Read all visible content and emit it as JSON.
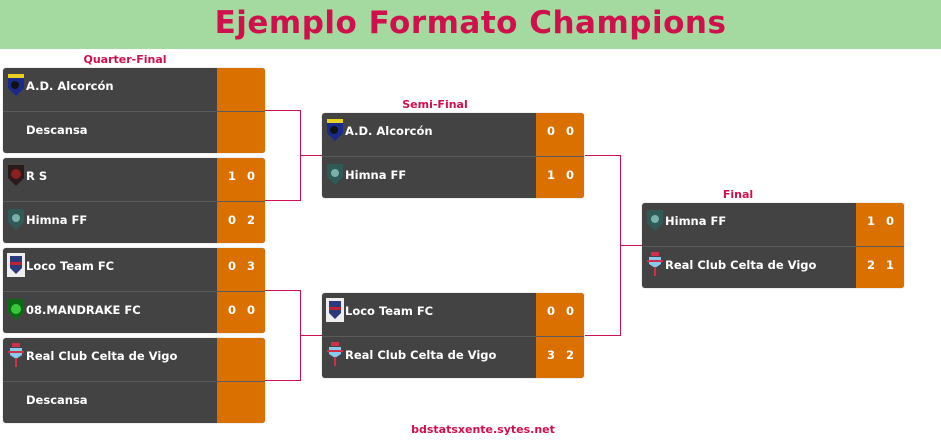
{
  "title": "Ejemplo Formato Champions",
  "rounds": {
    "qf": "Quarter-Final",
    "sf": "Semi-Final",
    "final": "Final"
  },
  "quarter_finals": [
    {
      "home": {
        "name": "A.D. Alcorcón",
        "s1": "",
        "s2": ""
      },
      "away": {
        "name": "Descansa",
        "s1": "",
        "s2": ""
      }
    },
    {
      "home": {
        "name": "R S",
        "s1": "1",
        "s2": "0"
      },
      "away": {
        "name": "Himna FF",
        "s1": "0",
        "s2": "2"
      }
    },
    {
      "home": {
        "name": "Loco Team FC",
        "s1": "0",
        "s2": "3"
      },
      "away": {
        "name": "08.MANDRAKE FC",
        "s1": "0",
        "s2": "0"
      }
    },
    {
      "home": {
        "name": "Real Club Celta de Vigo",
        "s1": "",
        "s2": ""
      },
      "away": {
        "name": "Descansa",
        "s1": "",
        "s2": ""
      }
    }
  ],
  "semi_finals": [
    {
      "home": {
        "name": "A.D. Alcorcón",
        "s1": "0",
        "s2": "0"
      },
      "away": {
        "name": "Himna FF",
        "s1": "1",
        "s2": "0"
      }
    },
    {
      "home": {
        "name": "Loco Team FC",
        "s1": "0",
        "s2": "0"
      },
      "away": {
        "name": "Real Club Celta de Vigo",
        "s1": "3",
        "s2": "2"
      }
    }
  ],
  "final": {
    "home": {
      "name": "Himna FF",
      "s1": "1",
      "s2": "0"
    },
    "away": {
      "name": "Real Club Celta de Vigo",
      "s1": "2",
      "s2": "1"
    }
  },
  "footer": "bdstatsxente.sytes.net",
  "colors": {
    "accent": "#d0104c",
    "score_bg": "#d97000",
    "card_bg": "#434343",
    "header_bg": "#a4d9a0"
  }
}
